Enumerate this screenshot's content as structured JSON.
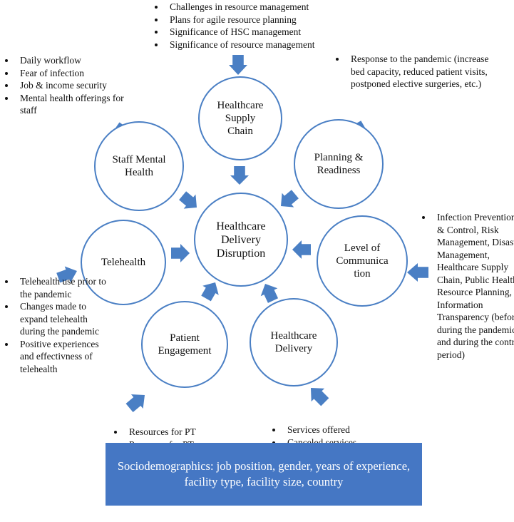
{
  "colors": {
    "circle_border": "#4a7fc4",
    "arrow_fill": "#4a7fc4",
    "footer_bg": "#4577c4",
    "footer_text": "#ffffff"
  },
  "nodes": {
    "center": "Healthcare\nDelivery\nDisruption",
    "supply_chain": "Healthcare\nSupply\nChain",
    "planning": "Planning &\nReadiness",
    "communication": "Level of\nCommunica\ntion",
    "delivery": "Healthcare\nDelivery",
    "engagement": "Patient\nEngagement",
    "telehealth": "Telehealth",
    "mental_health": "Staff Mental\nHealth"
  },
  "notes": {
    "supply_chain": [
      "Challenges in resource management",
      "Plans for agile resource planning",
      "Significance of HSC management",
      "Significance of resource management"
    ],
    "mental_health": [
      "Daily workflow",
      "Fear of infection",
      "Job & income security",
      "Mental health offerings for staff"
    ],
    "planning": [
      "Response to the pandemic (increase bed capacity, reduced patient visits, postponed elective surgeries, etc.)"
    ],
    "communication": [
      "Infection Prevention & Control, Risk Management, Disaster Management, Healthcare Supply Chain, Public Health, Resource Planning, Information Transparency (before, during the pandemic, and during the control period)"
    ],
    "telehealth": [
      "Telehealth use prior to the pandemic",
      "Changes made to expand telehealth during the pandemic",
      "Positive experiences and effectivness of telehealth"
    ],
    "engagement": [
      "Resources for PT",
      "Processes for PT"
    ],
    "delivery": [
      "Services offered",
      "Canceled services"
    ]
  },
  "footer": {
    "line1": "Sociodemographics: job position, gender, years of experience,",
    "line2": "facility type, facility size, country"
  }
}
